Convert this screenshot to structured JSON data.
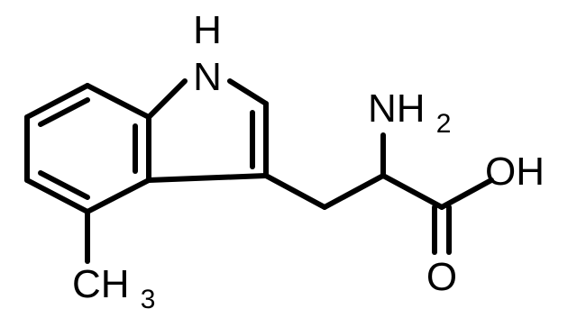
{
  "labels": {
    "nh": {
      "h": "H",
      "n": "N"
    },
    "nh2": {
      "n": "NH",
      "sub": "2"
    },
    "oh": "OH",
    "o": "O",
    "ch3": {
      "ch": "CH",
      "sub": "3"
    }
  },
  "colors": {
    "line": "#000000",
    "text": "#000000",
    "background": "#ffffff"
  }
}
